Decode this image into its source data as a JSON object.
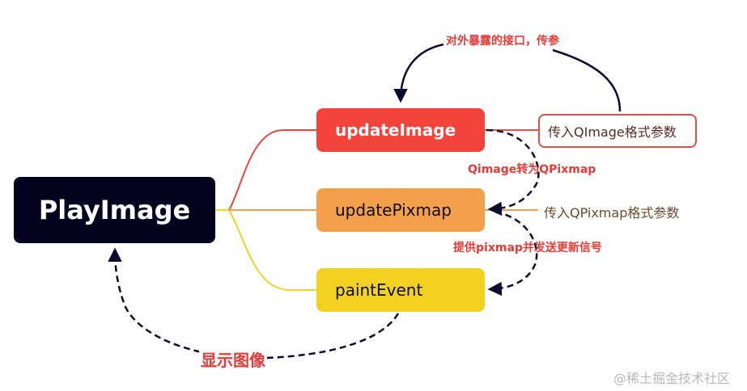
{
  "diagram": {
    "root": {
      "label": "PlayImage",
      "color": "#03031f"
    },
    "branches": [
      {
        "label": "updateImage",
        "color": "#f4433a",
        "param": "传入QImage格式参数"
      },
      {
        "label": "updatePixmap",
        "color": "#f4a04a",
        "param": "传入QPixmap格式参数"
      },
      {
        "label": "paintEvent",
        "color": "#f2d122"
      }
    ],
    "annotations": {
      "interface": "对外暴露的接口，传参",
      "convert": "Qimage转为QPixmap",
      "provide": "提供pixmap并发送更新信号",
      "display": "显示图像"
    },
    "colors": {
      "annotation": "#e83a36",
      "arrow": "#0c0c30"
    }
  },
  "watermark": "@稀土掘金技术社区"
}
